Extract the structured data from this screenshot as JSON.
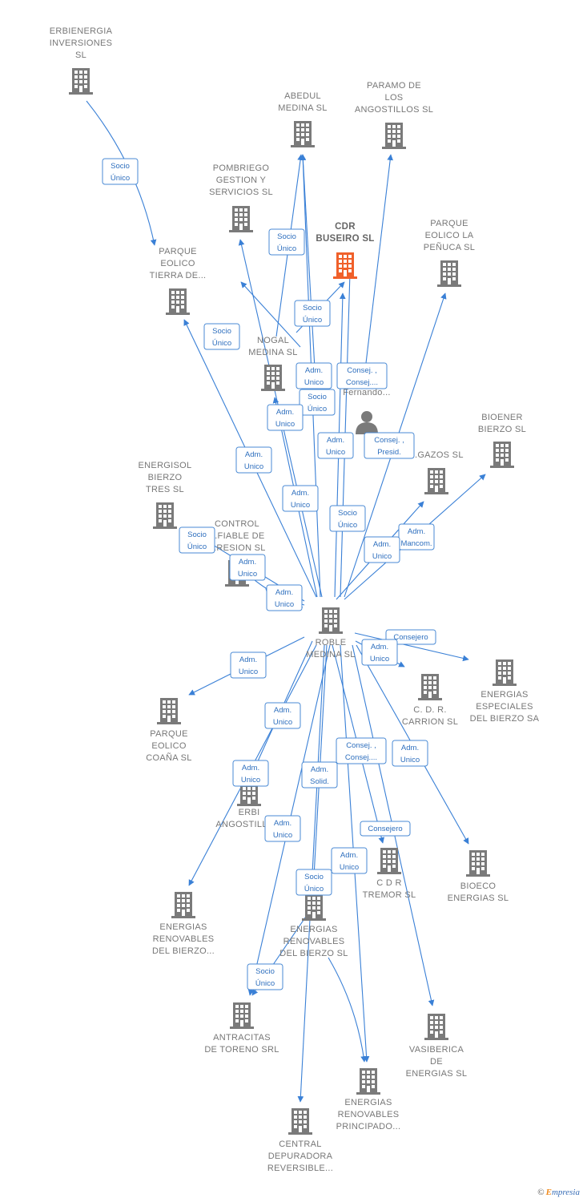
{
  "colors": {
    "company": "#7a7a7a",
    "focus": "#f0602a",
    "edge": "#3a80d6",
    "label": "#777777"
  },
  "nodes": [
    {
      "id": "erbienergia",
      "kind": "company",
      "lines": [
        "ERBIENERGIA",
        "INVERSIONES",
        "SL"
      ]
    },
    {
      "id": "abedul",
      "kind": "company",
      "lines": [
        "ABEDUL",
        "MEDINA SL"
      ]
    },
    {
      "id": "paramo",
      "kind": "company",
      "lines": [
        "PARAMO DE",
        "LOS",
        "ANGOSTILLOS SL"
      ]
    },
    {
      "id": "pombriego",
      "kind": "company",
      "lines": [
        "POMBRIEGO",
        "GESTION Y",
        "SERVICIOS  SL"
      ]
    },
    {
      "id": "cdr_buseiro",
      "kind": "focus",
      "lines": [
        "CDR",
        "BUSEIRO  SL"
      ]
    },
    {
      "id": "parque_penuca",
      "kind": "company",
      "lines": [
        "PARQUE",
        "EOLICO LA",
        "PEÑUCA SL"
      ]
    },
    {
      "id": "parque_tierra",
      "kind": "company",
      "lines": [
        "PARQUE",
        "EOLICO",
        "TIERRA DE..."
      ]
    },
    {
      "id": "nogal",
      "kind": "company",
      "lines": [
        "NOGAL",
        "MEDINA SL"
      ]
    },
    {
      "id": "persona",
      "kind": "person",
      "lines": [
        "...o",
        "Fernando..."
      ]
    },
    {
      "id": "bioener",
      "kind": "company",
      "lines": [
        "BIOENER",
        "BIERZO SL"
      ]
    },
    {
      "id": "gazos",
      "kind": "company",
      "lines": [
        "...GAZOS SL"
      ]
    },
    {
      "id": "energisol",
      "kind": "company",
      "lines": [
        "ENERGISOL",
        "BIERZO",
        "TRES SL"
      ]
    },
    {
      "id": "control",
      "kind": "company",
      "lines": [
        "CONTROL",
        "...FIABLE DE",
        "...RESION SL"
      ]
    },
    {
      "id": "roble",
      "kind": "company",
      "lines": [
        "ROBLE",
        "MEDINA SL"
      ]
    },
    {
      "id": "parque_coana",
      "kind": "company",
      "lines": [
        "PARQUE",
        "EOLICO",
        "COAÑA SL"
      ]
    },
    {
      "id": "cdr_carrion",
      "kind": "company",
      "lines": [
        "C.  D.  R.",
        "CARRION  SL"
      ]
    },
    {
      "id": "energias_especiales",
      "kind": "company",
      "lines": [
        "ENERGIAS",
        "ESPECIALES",
        "DEL BIERZO SA"
      ]
    },
    {
      "id": "erbi_angostillo",
      "kind": "company",
      "lines": [
        "ERBI",
        "ANGOSTILLO..."
      ]
    },
    {
      "id": "cdr_tremor",
      "kind": "company",
      "lines": [
        "C D R",
        "TREMOR SL"
      ]
    },
    {
      "id": "bioeco",
      "kind": "company",
      "lines": [
        "BIOECO",
        "ENERGIAS SL"
      ]
    },
    {
      "id": "ener_renov_bierzo1",
      "kind": "company",
      "lines": [
        "ENERGIAS",
        "RENOVABLES",
        "DEL BIERZO..."
      ]
    },
    {
      "id": "ener_renov_bierzo2",
      "kind": "company",
      "lines": [
        "ENERGIAS",
        "RENOVABLES",
        "DEL BIERZO SL"
      ]
    },
    {
      "id": "antracitas",
      "kind": "company",
      "lines": [
        "ANTRACITAS",
        "DE TORENO SRL"
      ]
    },
    {
      "id": "vasiberica",
      "kind": "company",
      "lines": [
        "VASIBERICA",
        "DE",
        "ENERGIAS SL"
      ]
    },
    {
      "id": "ener_renov_principado",
      "kind": "company",
      "lines": [
        "ENERGIAS",
        "RENOVABLES",
        "PRINCIPADO..."
      ]
    },
    {
      "id": "central",
      "kind": "company",
      "lines": [
        "CENTRAL",
        "DEPURADORA",
        "REVERSIBLE..."
      ]
    }
  ],
  "edge_labels": [
    {
      "id": "e1",
      "lines": [
        "Socio",
        "Único"
      ]
    },
    {
      "id": "e2",
      "lines": [
        "Socio",
        "Único"
      ]
    },
    {
      "id": "e3",
      "lines": [
        "Socio",
        "Único"
      ]
    },
    {
      "id": "e4",
      "lines": [
        "Socio",
        "Único"
      ]
    },
    {
      "id": "e5",
      "lines": [
        "Adm.",
        "Unico"
      ]
    },
    {
      "id": "e6",
      "lines": [
        "Consej. ,",
        "Consej...."
      ]
    },
    {
      "id": "e7",
      "lines": [
        "Socio",
        "Único"
      ]
    },
    {
      "id": "e8",
      "lines": [
        "Adm.",
        "Unico"
      ]
    },
    {
      "id": "e9",
      "lines": [
        "Adm.",
        "Unico"
      ]
    },
    {
      "id": "e10",
      "lines": [
        "Consej. ,",
        "Presid."
      ]
    },
    {
      "id": "e11",
      "lines": [
        "Adm.",
        "Unico"
      ]
    },
    {
      "id": "e12",
      "lines": [
        "Adm.",
        "Unico"
      ]
    },
    {
      "id": "e13",
      "lines": [
        "Socio",
        "Único"
      ]
    },
    {
      "id": "e14",
      "lines": [
        "Socio",
        "Único"
      ]
    },
    {
      "id": "e15",
      "lines": [
        "Adm.",
        "Mancom."
      ]
    },
    {
      "id": "e16",
      "lines": [
        "Adm.",
        "Unico"
      ]
    },
    {
      "id": "e17",
      "lines": [
        "Adm.",
        "Unico"
      ]
    },
    {
      "id": "e18",
      "lines": [
        "Adm.",
        "Unico"
      ]
    },
    {
      "id": "e19",
      "lines": [
        "Consejero"
      ]
    },
    {
      "id": "e20",
      "lines": [
        "Adm.",
        "Unico"
      ]
    },
    {
      "id": "e21",
      "lines": [
        "Adm.",
        "Unico"
      ]
    },
    {
      "id": "e22",
      "lines": [
        "Adm.",
        "Unico"
      ]
    },
    {
      "id": "e23",
      "lines": [
        "Adm.",
        "Solid."
      ]
    },
    {
      "id": "e24",
      "lines": [
        "Adm.",
        "Unico"
      ]
    },
    {
      "id": "e25",
      "lines": [
        "Consej. ,",
        "Consej...."
      ]
    },
    {
      "id": "e26",
      "lines": [
        "Adm.",
        "Unico"
      ]
    },
    {
      "id": "e27",
      "lines": [
        "Consejero"
      ]
    },
    {
      "id": "e28",
      "lines": [
        "Adm.",
        "Unico"
      ]
    },
    {
      "id": "e29",
      "lines": [
        "Adm.",
        "Unico"
      ]
    },
    {
      "id": "e30",
      "lines": [
        "Socio",
        "Único"
      ]
    },
    {
      "id": "e31",
      "lines": [
        "Socio",
        "Único"
      ]
    }
  ],
  "footer": {
    "copyright": "©",
    "brand_initial": "E",
    "brand_rest": "mpresia"
  }
}
